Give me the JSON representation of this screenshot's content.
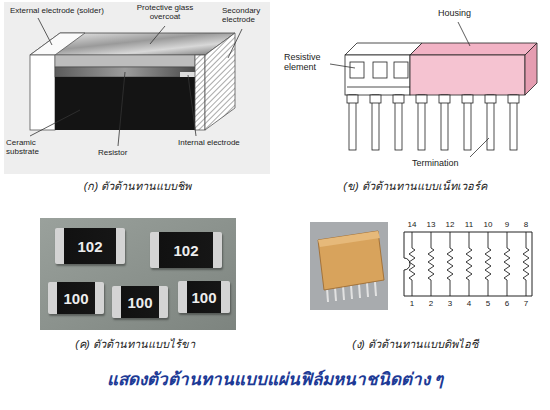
{
  "diagram": {
    "title": "แสดงตัวต้านทานแบบแผ่นฟิล์มหนาชนิดต่าง ๆ",
    "nodes": [
      {
        "text": [
          "102"
        ]
      },
      {
        "text": [
          "102"
        ]
      },
      {
        "text": [
          "100"
        ]
      },
      {
        "text": [
          "100"
        ]
      },
      {
        "text": [
          "100"
        ]
      }
    ],
    "labels": [
      "External electrode (solder)",
      "Protective glass overcoat",
      "Secondary electrode",
      "Ceramic substrate",
      "Resistor",
      "Internal electrode",
      "(ก) ตัวต้านทานแบบชิพ",
      "Housing",
      "Resistive element",
      "Termination",
      "(ข) ตัวต้านทานแบบเน็ทเวอร์ค",
      "14",
      "13",
      "12",
      "11",
      "10",
      "9",
      "8",
      "1",
      "2",
      "3",
      "4",
      "5",
      "6",
      "7",
      "(ค) ตัวต้านทานแบบไร้ขา",
      "(ง) ตัวต้านทานแบบดิพไอซี"
    ]
  }
}
